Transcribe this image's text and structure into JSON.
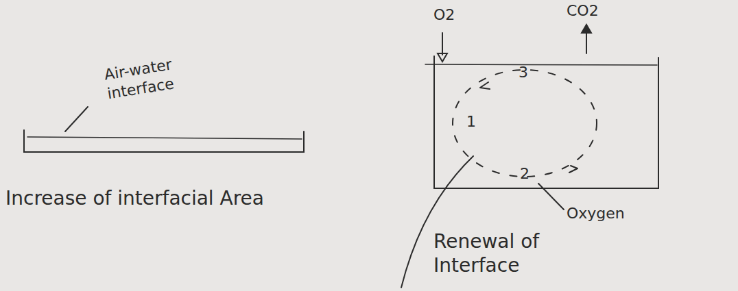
{
  "diagram": {
    "labels": [
      "Air-water interface",
      "Increase of interfacial Area",
      "O2",
      "CO2",
      "3",
      "1",
      "2",
      "Renewal of Interface",
      "Oxygen"
    ]
  }
}
